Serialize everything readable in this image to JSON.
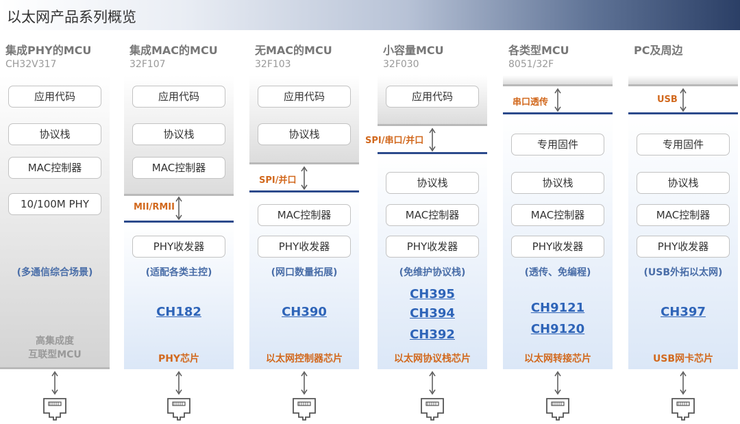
{
  "title": "以太网产品系列概览",
  "columns": [
    {
      "name": "集成PHY的MCU",
      "sub": "CH32V317",
      "boxes": [
        "应用代码",
        "协议栈",
        "MAC控制器",
        "10/100M PHY"
      ],
      "note": "(多通信综合场景)",
      "category_line1": "高集成度",
      "category_line2": "互联型MCU"
    },
    {
      "name": "集成MAC的MCU",
      "sub": "32F107",
      "boxes": [
        "应用代码",
        "协议栈",
        "MAC控制器",
        "PHY收发器"
      ],
      "interface": "MII/RMII",
      "note": "(适配各类主控)",
      "chips": [
        "CH182"
      ],
      "category": "PHY芯片"
    },
    {
      "name": "无MAC的MCU",
      "sub": "32F103",
      "boxes": [
        "应用代码",
        "协议栈",
        "MAC控制器",
        "PHY收发器"
      ],
      "interface": "SPI/并口",
      "note": "(网口数量拓展)",
      "chips": [
        "CH390"
      ],
      "category": "以太网控制器芯片"
    },
    {
      "name": "小容量MCU",
      "sub": "32F030",
      "boxes": [
        "应用代码",
        "协议栈",
        "MAC控制器",
        "PHY收发器"
      ],
      "interface": "SPI/串口/并口",
      "note": "(免维护协议栈)",
      "chips": [
        "CH395",
        "CH394",
        "CH392"
      ],
      "category": "以太网协议栈芯片"
    },
    {
      "name": "各类型MCU",
      "sub": "8051/32F",
      "boxes": [
        "专用固件",
        "协议栈",
        "MAC控制器",
        "PHY收发器"
      ],
      "interface": "串口透传",
      "note": "(透传、免编程)",
      "chips": [
        "CH9121",
        "CH9120"
      ],
      "category": "以太网转接芯片"
    },
    {
      "name": "PC及周边",
      "sub": "",
      "boxes": [
        "专用固件",
        "协议栈",
        "MAC控制器",
        "PHY收发器"
      ],
      "interface": "USB",
      "note": "(USB外拓以太网)",
      "chips": [
        "CH397"
      ],
      "category": "USB网卡芯片"
    }
  ],
  "colors": {
    "header_dark": "#2b3f66",
    "divider_blue": "#2c4a8c",
    "orange": "#d2691e",
    "chip_blue": "#2e64b8",
    "note_blue": "#4a6ea8",
    "grey_text": "#999999"
  },
  "icons": [
    "double-arrow-icon",
    "ethernet-port-icon"
  ]
}
